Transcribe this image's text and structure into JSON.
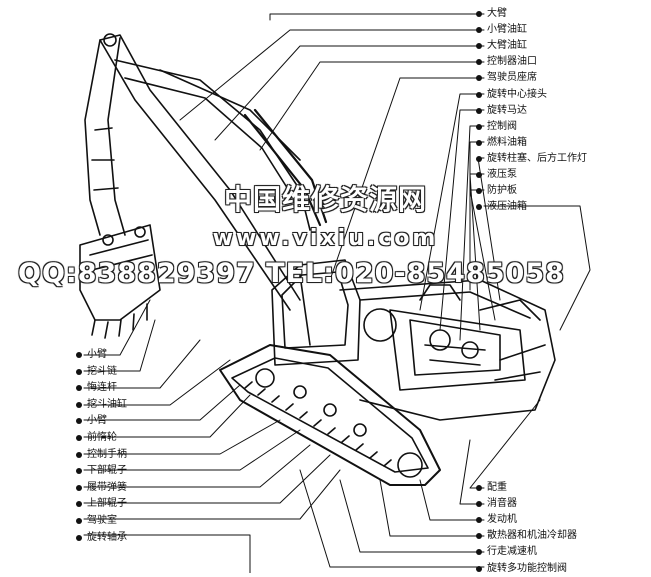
{
  "labels_right_top": [
    "大臂",
    "小臂油缸",
    "大臂油缸",
    "控制器油口",
    "驾驶员座席",
    "旋转中心接头",
    "旋转马达",
    "控制阀",
    "燃料油箱",
    "旋转柱塞、后方工作灯",
    "液压泵",
    "防护板",
    "液压油箱"
  ],
  "labels_left": [
    "小臂",
    "挖斗链",
    "悔连杆",
    "挖斗油缸",
    "小臂",
    "前惰轮",
    "控制手柄",
    "下部辊子",
    "履带弹簧",
    "上部辊子",
    "驾驶室",
    "旋转轴承"
  ],
  "labels_right_bottom": [
    "配重",
    "消音器",
    "发动机",
    "散热器和机油冷却器",
    "行走减速机",
    "旋转多功能控制阀"
  ],
  "watermark": {
    "line1": "中国维修资源网",
    "line2": "www.vixiu.com",
    "line3": "QQ:838829397 TEL:020-85485058"
  }
}
